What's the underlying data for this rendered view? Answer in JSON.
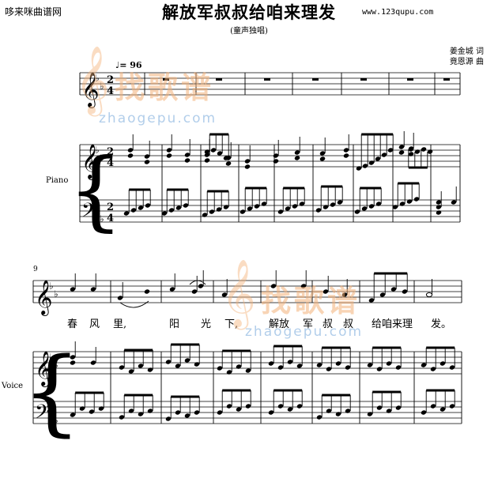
{
  "header": {
    "site_name": "哆来咪曲谱网",
    "title": "解放军叔叔给咱来理发",
    "site_url": "www.123qupu.com",
    "subtitle": "(童声独唱)",
    "lyricist": "姜金城 词",
    "composer": "竟恩源 曲"
  },
  "score": {
    "tempo": "♩= 96",
    "instrument_piano": "Piano",
    "instrument_voice": "Voice",
    "measure_number": "9",
    "time_signature": [
      "2",
      "4"
    ],
    "lyrics": [
      "春",
      "风",
      "里,",
      "阳",
      "光",
      "下,",
      "解放",
      "军",
      "叔",
      "叔",
      "给咱来理",
      "发。"
    ]
  },
  "watermark": {
    "text_cn": "找歌谱",
    "text_url": "zhaogepu.com",
    "color": "#f4b27a",
    "accent": "#9fc2e6"
  }
}
